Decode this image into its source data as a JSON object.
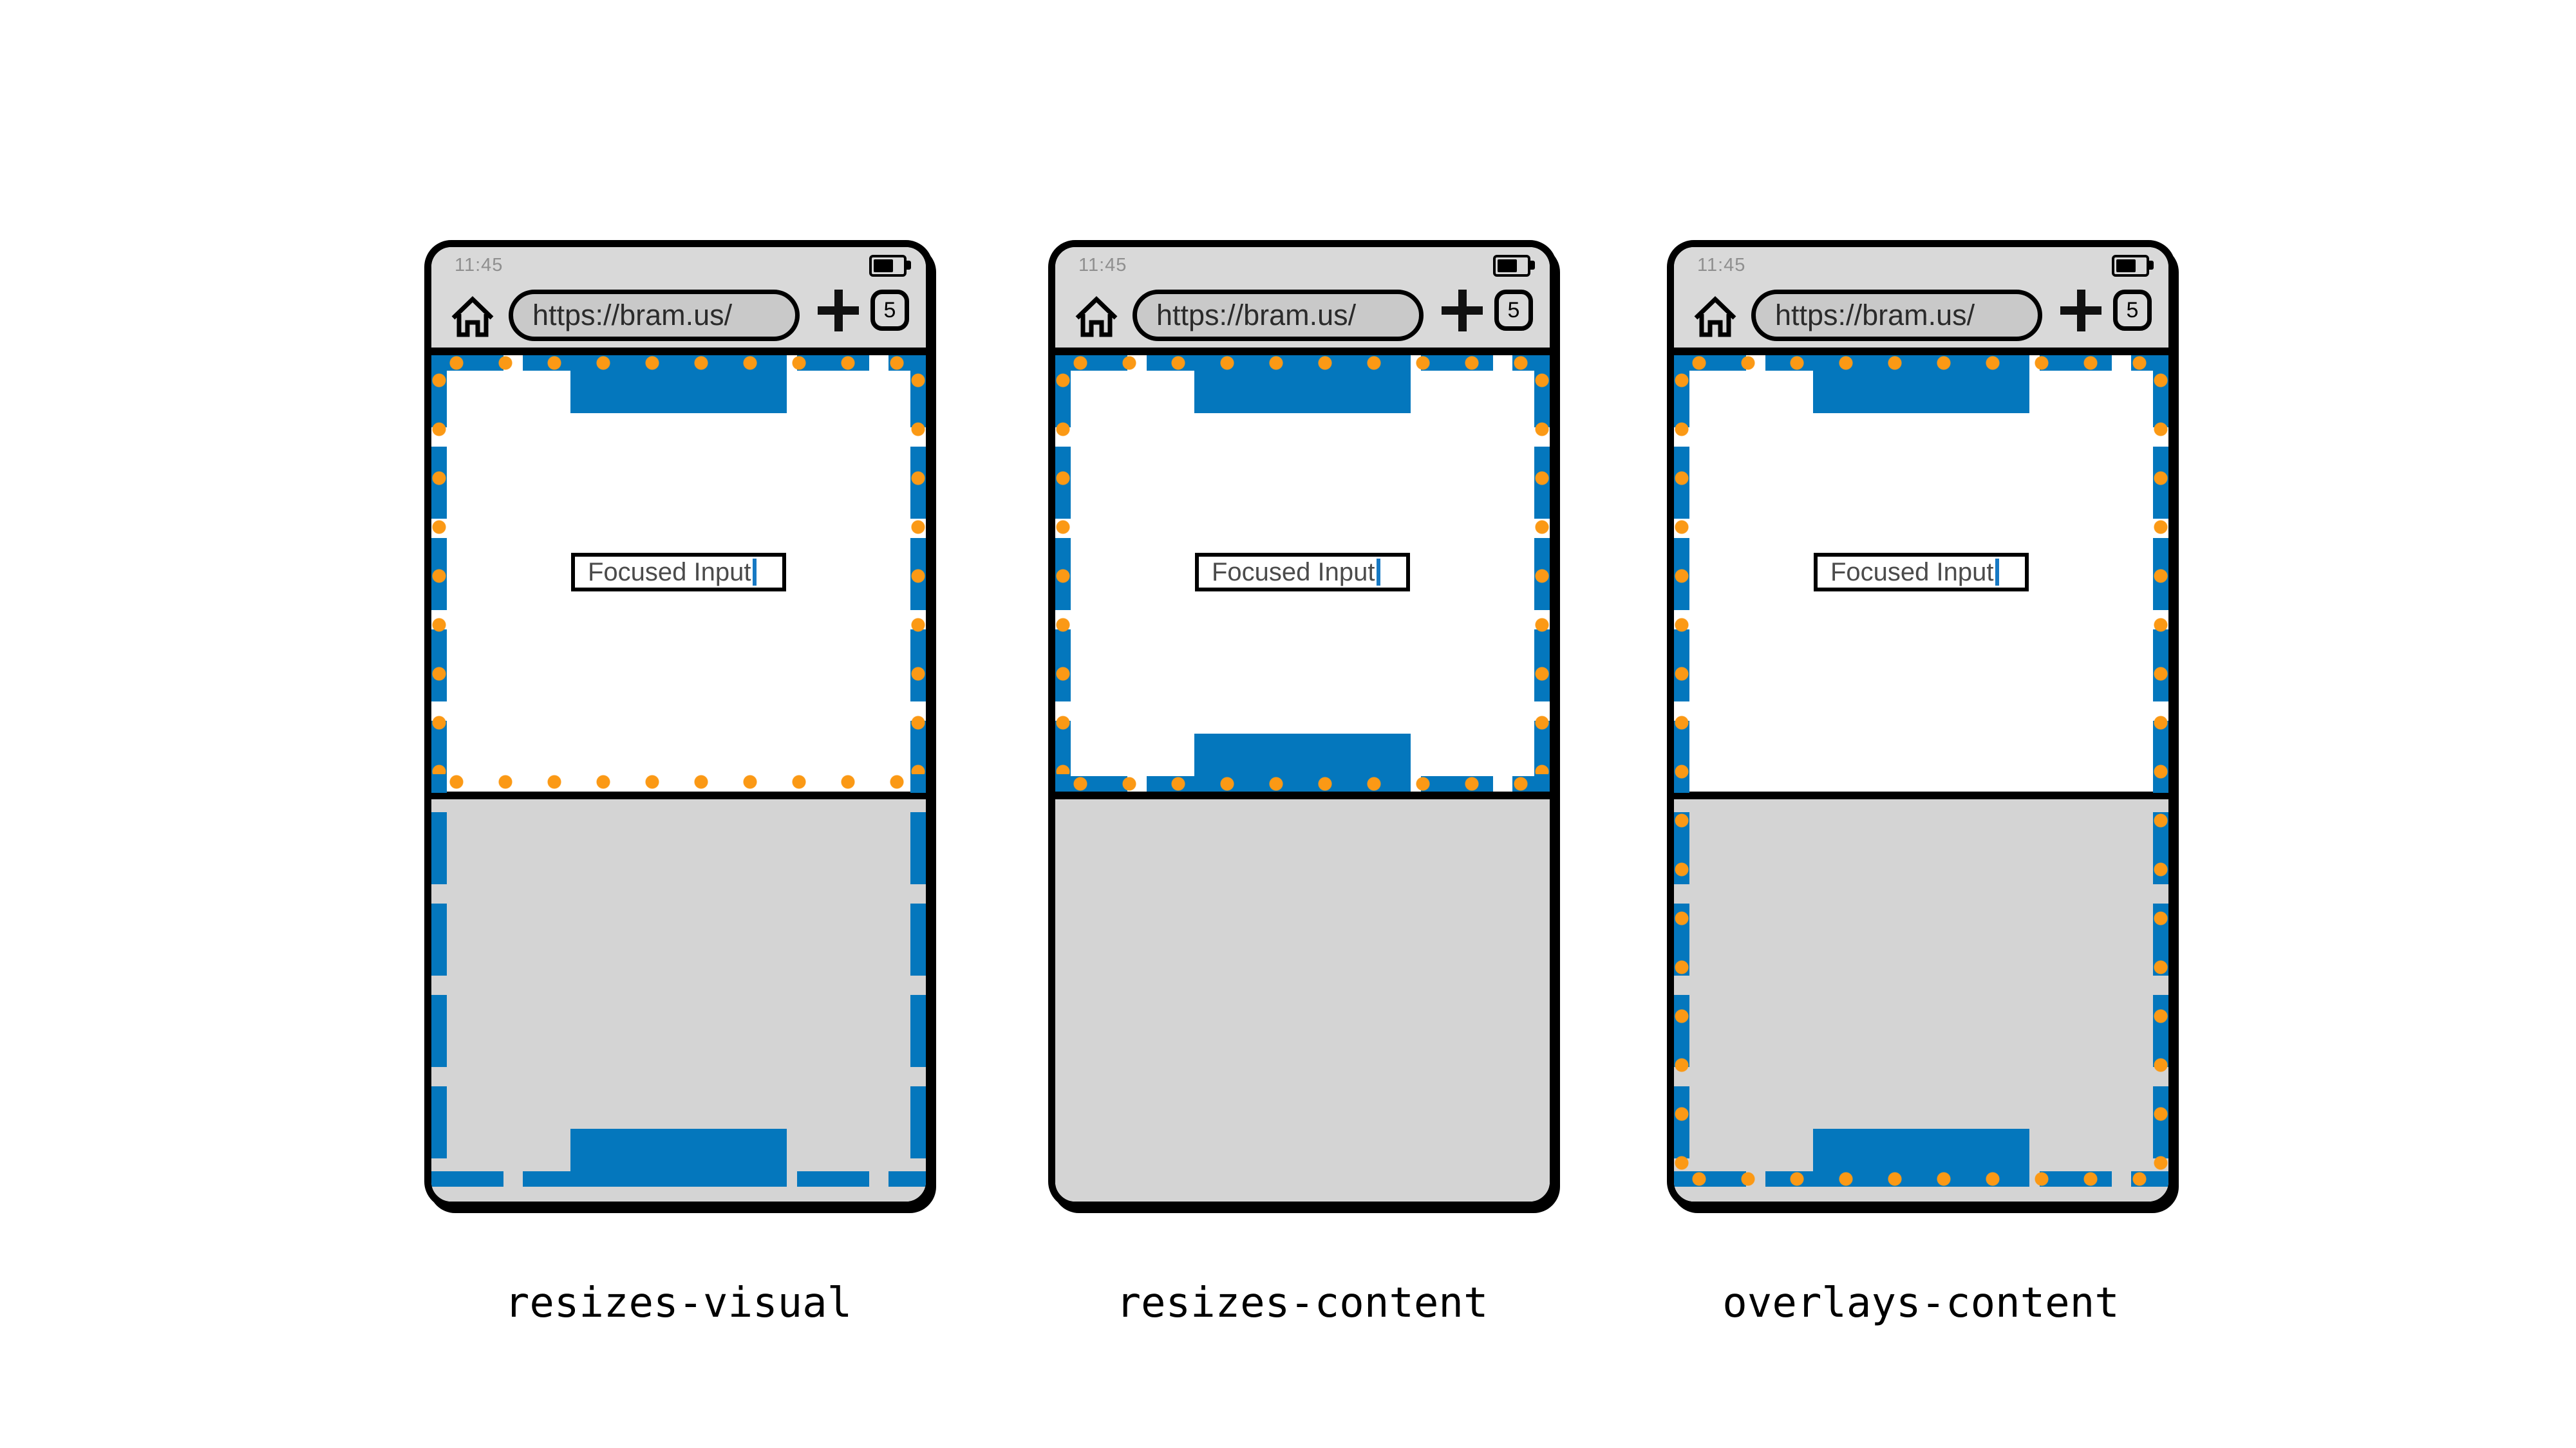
{
  "colors": {
    "layout_viewport_blue": "#0477bd",
    "visual_viewport_orange": "#fb9915",
    "chrome_gray": "#d9d9d9",
    "keyboard_gray": "#d4d4d4",
    "url_pill_gray": "#c9c9c9",
    "caret_blue": "#1779c4"
  },
  "browser": {
    "time": "11:45",
    "url": "https://bram.us/",
    "tab_count": "5"
  },
  "page": {
    "input_value": "Focused Input"
  },
  "icons": {
    "home": "home-icon",
    "battery": "battery-icon",
    "new_tab": "plus-icon"
  },
  "phones": [
    {
      "label": "resizes-visual"
    },
    {
      "label": "resizes-content"
    },
    {
      "label": "overlays-content"
    }
  ]
}
